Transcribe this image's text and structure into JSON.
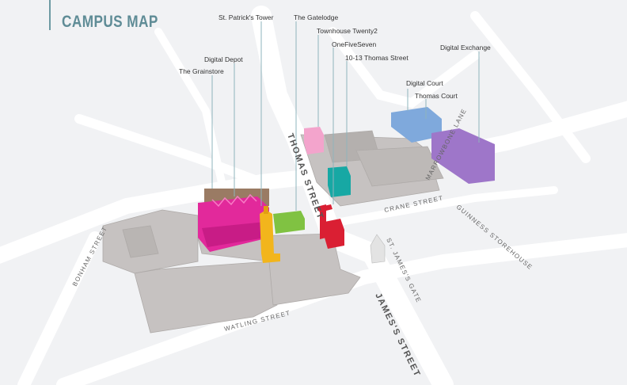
{
  "title": "CAMPUS MAP",
  "buildings": {
    "grainstore": "The Grainstore",
    "digital_depot": "Digital Depot",
    "st_patricks_tower": "St. Patrick's Tower",
    "gatelodge": "The Gatelodge",
    "townhouse": "Townhouse Twenty2",
    "onefiveseven": "OneFiveSeven",
    "thomas_street_10_13": "10-13 Thomas Street",
    "digital_exchange": "Digital Exchange",
    "digital_court": "Digital Court",
    "thomas_court": "Thomas Court"
  },
  "streets": {
    "thomas": "THOMAS STREET",
    "crane": "CRANE STREET",
    "marrowbone": "MARROWBONE LANE",
    "bonham": "BONHAM STREET",
    "watling": "WATLING STREET",
    "james": "JAMES'S STREET",
    "st_james_gate": "ST. JAMES'S GATE",
    "guinness": "GUINNESS STOREHOUSE"
  },
  "colors": {
    "accent": "#5f8c96",
    "grainstore": "#9a7b64",
    "digital_depot": "#e2299b",
    "st_patricks_tower": "#f2b51c",
    "gatelodge": "#80c242",
    "townhouse": "#f3a4cc",
    "onefiveseven": "#17a8a4",
    "thomas_street_10_13": "#da1f33",
    "digital_court": "#7fa9dc",
    "digital_exchange": "#9e76c9"
  }
}
